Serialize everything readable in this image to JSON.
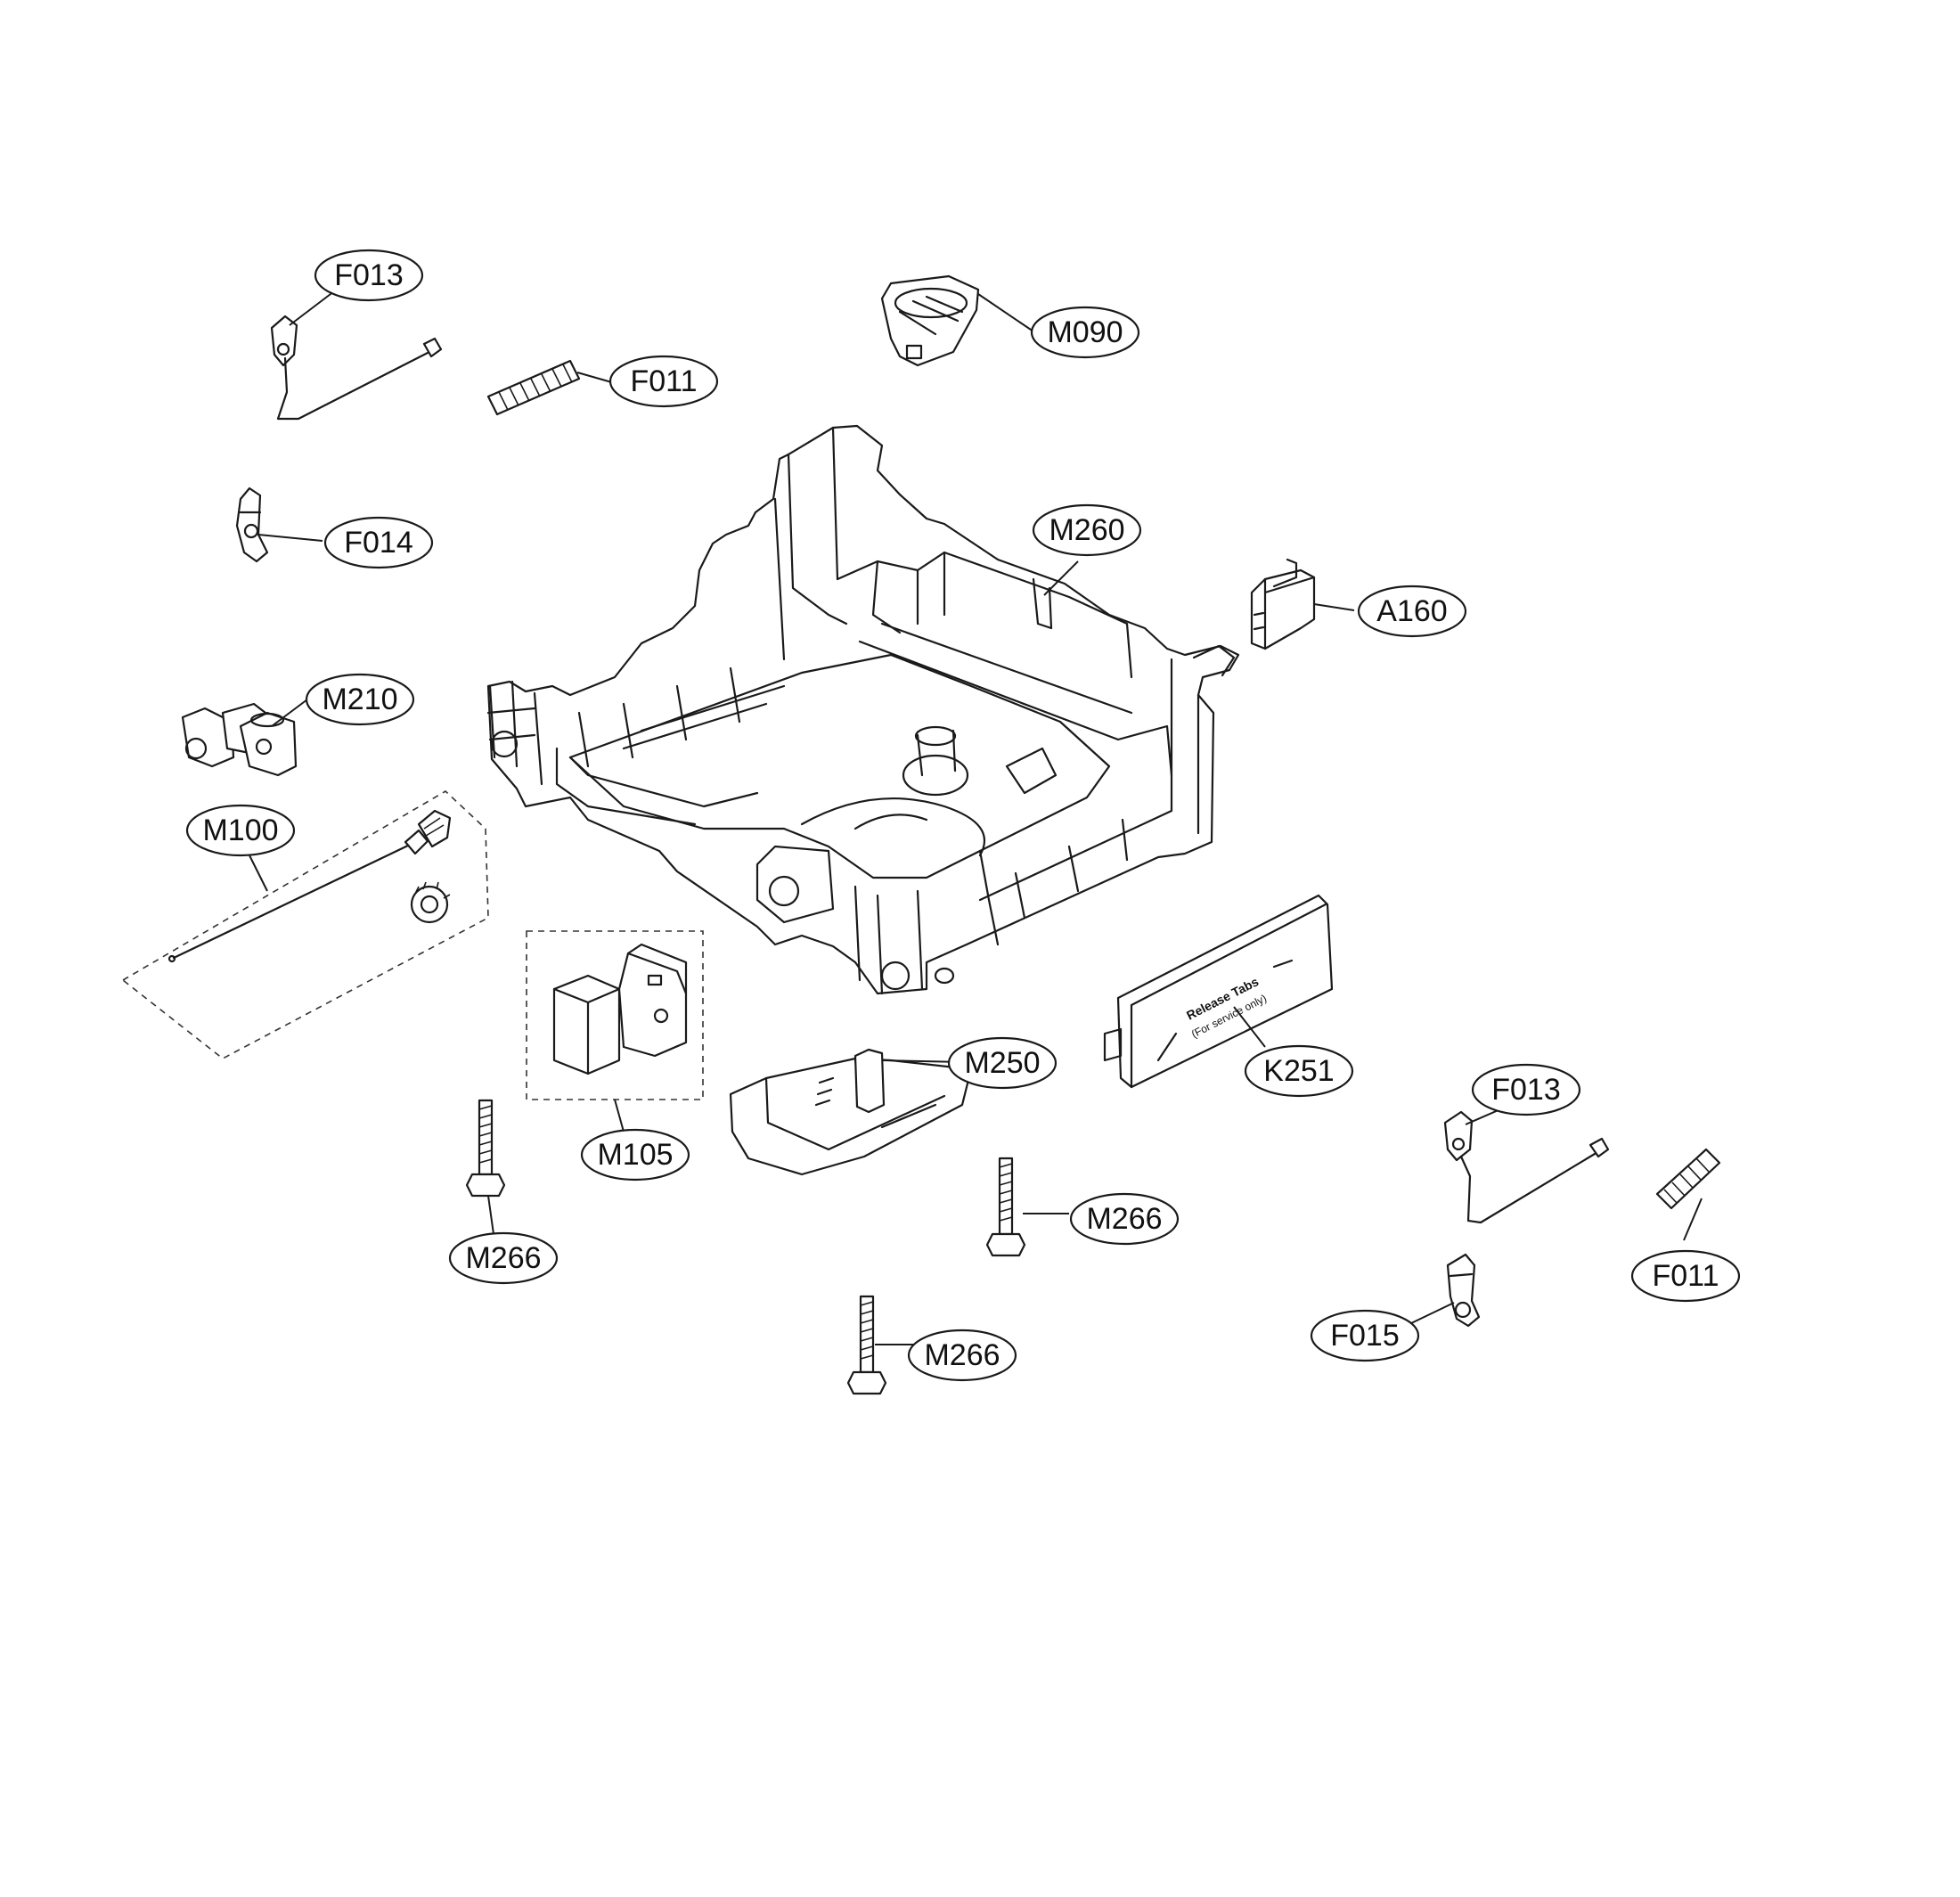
{
  "diagram": {
    "callouts": {
      "f013_top": "F013",
      "f011_top": "F011",
      "m090": "M090",
      "f014": "F014",
      "m260": "M260",
      "a160": "A160",
      "m210": "M210",
      "m100": "M100",
      "m105": "M105",
      "m250": "M250",
      "k251": "K251",
      "f013_bottom": "F013",
      "m266_left": "M266",
      "m266_mid": "M266",
      "m266_bottom": "M266",
      "f011_bottom": "F011",
      "f015": "F015"
    },
    "part_text": {
      "release_tabs": "Release Tabs",
      "service_only": "(For service only)"
    }
  }
}
